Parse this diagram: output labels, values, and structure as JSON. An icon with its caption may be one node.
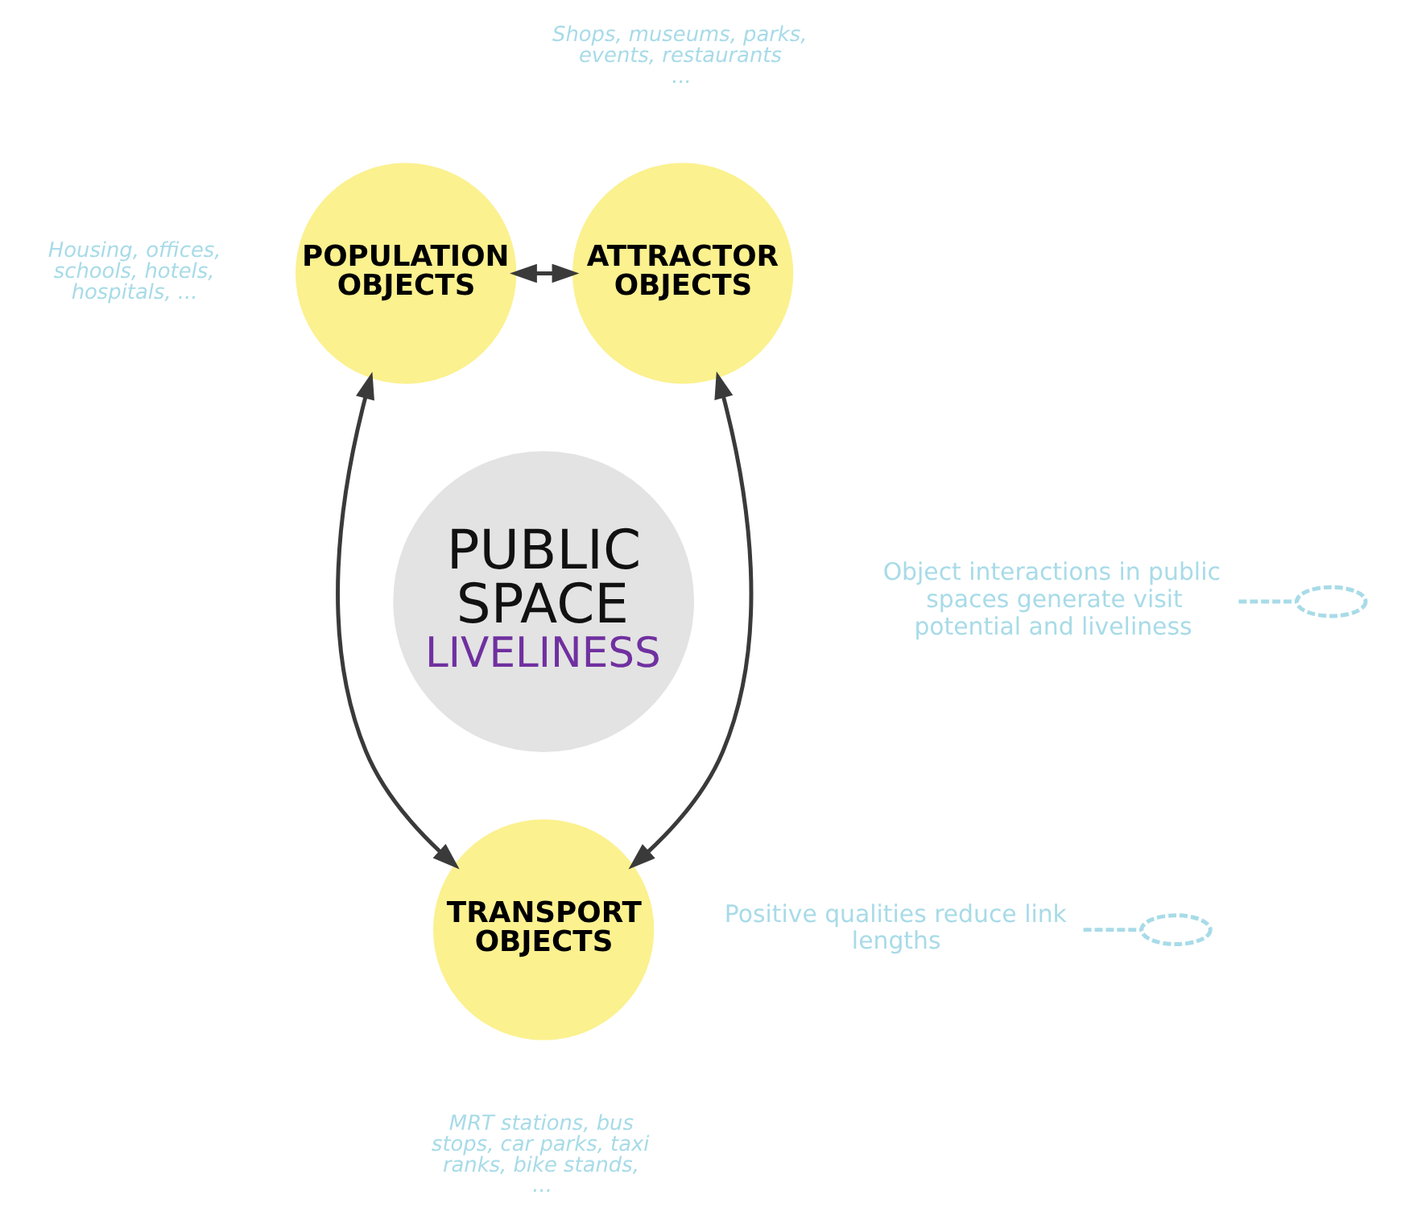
{
  "diagram": {
    "nodes": [
      {
        "text": [
          "PUBLIC SPACE",
          "LIVELINESS"
        ]
      },
      {
        "text": [
          "POPULATION OBJECTS"
        ],
        "beside": [
          "Housing, offices, schools, hotels, hospitals, ..."
        ]
      },
      {
        "text": [
          "ATTRACTOR OBJECTS"
        ],
        "beside": [
          "Shops, museums, parks, events, restaurants ..."
        ]
      },
      {
        "text": [
          "TRANSPORT OBJECTS"
        ],
        "beside": [
          "MRT stations, bus stops, car parks, taxi ranks, bike stands, ..."
        ]
      },
      {
        "text": [],
        "shape": "ellipse"
      },
      {
        "text": [
          "Object interactions in public spaces generate visit potential and liveliness"
        ]
      },
      {
        "text": [],
        "shape": "ellipse"
      },
      {
        "text": [
          "Positive qualities reduce link lengths"
        ]
      }
    ],
    "edges": [
      {
        "from": 1,
        "to": 2,
        "arrow": "both"
      },
      {
        "from": 1,
        "to": 3,
        "arrow": "both"
      },
      {
        "from": 2,
        "to": 3,
        "arrow": "both"
      },
      {
        "from": 5,
        "to": 4,
        "arrow": "none",
        "style": "dashed",
        "color": "#a8dbe8"
      },
      {
        "from": 7,
        "to": 6,
        "arrow": "none",
        "style": "dashed",
        "color": "#a8dbe8"
      }
    ]
  }
}
